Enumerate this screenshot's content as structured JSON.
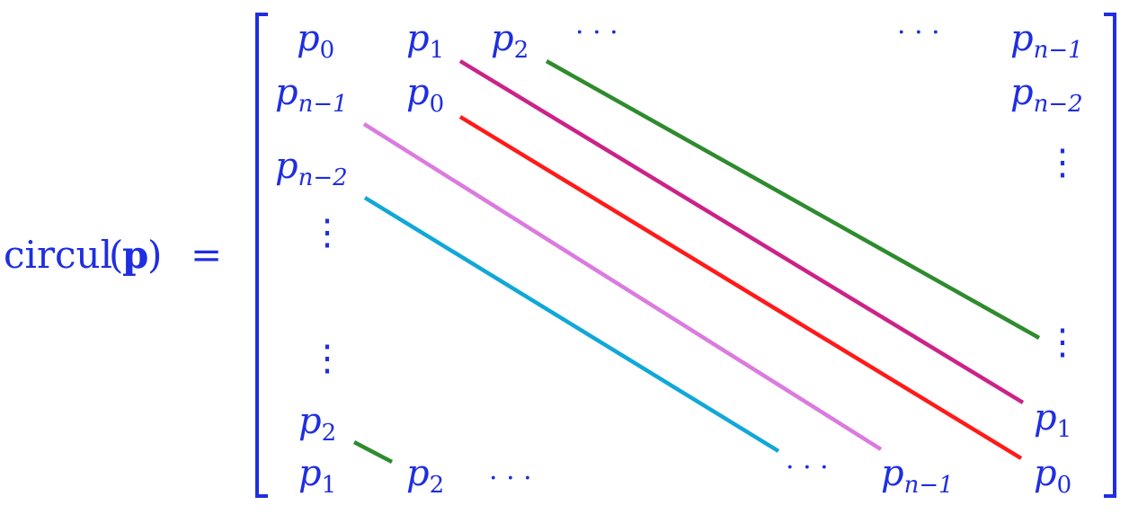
{
  "equation": {
    "lhs_function": "circul",
    "lhs_open_paren": "(",
    "lhs_argument": "p",
    "lhs_close_paren": ")",
    "equals": "="
  },
  "matrix": {
    "base_symbol": "p",
    "entries": [
      {
        "id": "r0c0",
        "sub": "0"
      },
      {
        "id": "r0c1",
        "sub": "1"
      },
      {
        "id": "r0c2",
        "sub": "2"
      },
      {
        "id": "r0dots1",
        "text": "· · ·"
      },
      {
        "id": "r0dots2",
        "text": "· · ·"
      },
      {
        "id": "r0cn",
        "sub": "n−1"
      },
      {
        "id": "r1c0",
        "sub": "n−1"
      },
      {
        "id": "r1c1",
        "sub": "0"
      },
      {
        "id": "r1cn",
        "sub": "n−2"
      },
      {
        "id": "r2c0",
        "sub": "n−2"
      },
      {
        "id": "vdots_right_top",
        "text": "⋮"
      },
      {
        "id": "vdots_left_1",
        "text": "⋮"
      },
      {
        "id": "vdots_left_2",
        "text": "⋮"
      },
      {
        "id": "vdots_right_mid",
        "text": "⋮"
      },
      {
        "id": "vdots_right_low",
        "text": "⋮"
      },
      {
        "id": "r6c0",
        "sub": "2"
      },
      {
        "id": "r6cn",
        "sub": "1"
      },
      {
        "id": "r7c0",
        "sub": "1"
      },
      {
        "id": "r7c1",
        "sub": "2"
      },
      {
        "id": "r7dots1",
        "text": "· · ·"
      },
      {
        "id": "r7dots2",
        "text": "· · ·"
      },
      {
        "id": "r7cn1",
        "sub": "n−1"
      },
      {
        "id": "r7cn",
        "sub": "0"
      }
    ]
  },
  "diagonals": [
    {
      "id": "green-diagonal-main",
      "color": "#2e8b2e"
    },
    {
      "id": "magenta-diagonal",
      "color": "#cc2288"
    },
    {
      "id": "red-diagonal",
      "color": "#ff1a1a"
    },
    {
      "id": "pink-diagonal",
      "color": "#da7bdf"
    },
    {
      "id": "cyan-diagonal",
      "color": "#0fa8d8"
    },
    {
      "id": "green-diagonal-wrap",
      "color": "#2e8b2e"
    }
  ],
  "colors": {
    "math_text": "#1f2ee0",
    "bracket": "#1f2ee0"
  }
}
